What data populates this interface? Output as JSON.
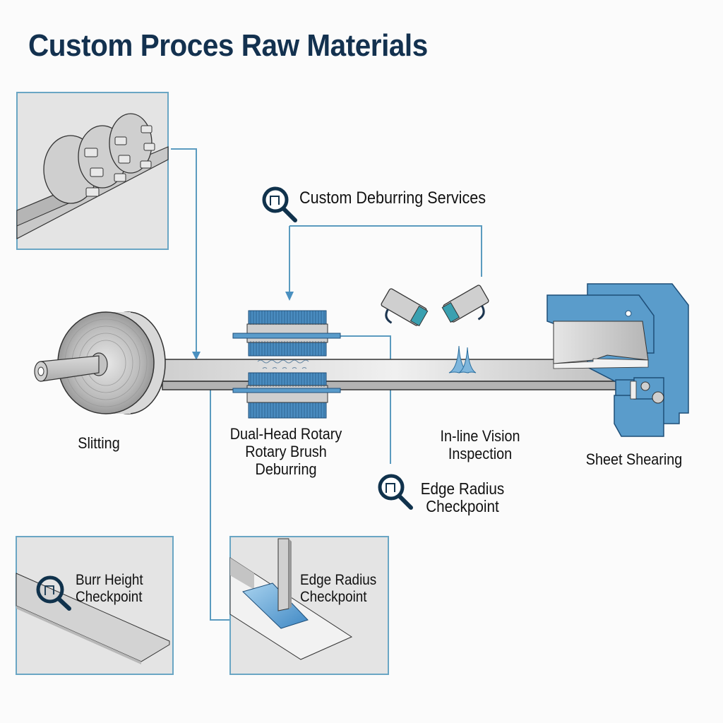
{
  "title": "Custom Proces Raw Materials",
  "colors": {
    "title": "#13314f",
    "accent": "#4a90c0",
    "connector": "#5b9bbf",
    "machine_blue": "#5a9ccb",
    "icon_dark": "#10324c",
    "panel_bg": "#e4e4e4",
    "panel_border": "#6aa6c4"
  },
  "callouts": {
    "deburring_services": {
      "label": "Custom Deburring Services",
      "icon": "magnifier-icon"
    },
    "edge_radius_inline": {
      "label_line1": "Edge Radius",
      "label_line2": "Checkpoint",
      "icon": "magnifier-icon"
    }
  },
  "stages": {
    "slitting": {
      "label": "Slitting"
    },
    "deburring": {
      "label_line1": "Dual-Head Rotary",
      "label_line2": "Rotary Brush",
      "label_line3": "Deburring"
    },
    "vision": {
      "label_line1": "In-line Vision",
      "label_line2": "Inspection"
    },
    "shearing": {
      "label": "Sheet Shearing"
    }
  },
  "panels": {
    "slitter_detail": {
      "label": ""
    },
    "burr_height": {
      "label_line1": "Burr Height",
      "label_line2": "Checkpoint",
      "icon": "magnifier-icon"
    },
    "edge_radius": {
      "label_line1": "Edge Radius",
      "label_line2": "Checkpoint"
    }
  }
}
